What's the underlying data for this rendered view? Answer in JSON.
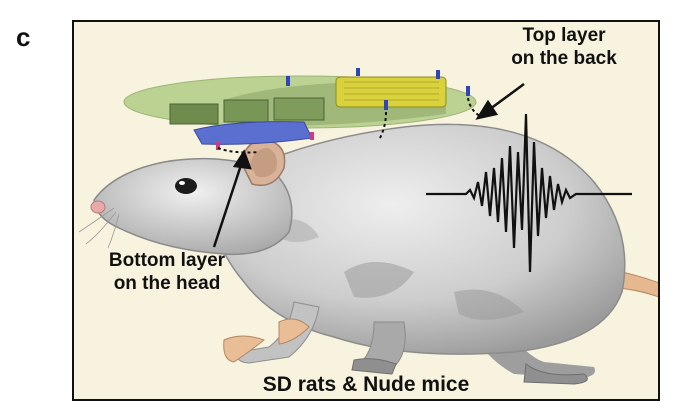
{
  "panel_label": "c",
  "labels": {
    "top_layer": "Top layer\non the back",
    "bottom_layer": "Bottom layer\non the head"
  },
  "caption": "SD rats & Nude mice",
  "colors": {
    "background": "#f8f3de",
    "frame": "#111111",
    "rat_body": "#c9c9c9",
    "tail_and_paws": "#e9bd96",
    "top_device_pcb": "#d9d23c",
    "device_membrane": "#a9c87a",
    "bottom_device": "#5a6fd0"
  }
}
